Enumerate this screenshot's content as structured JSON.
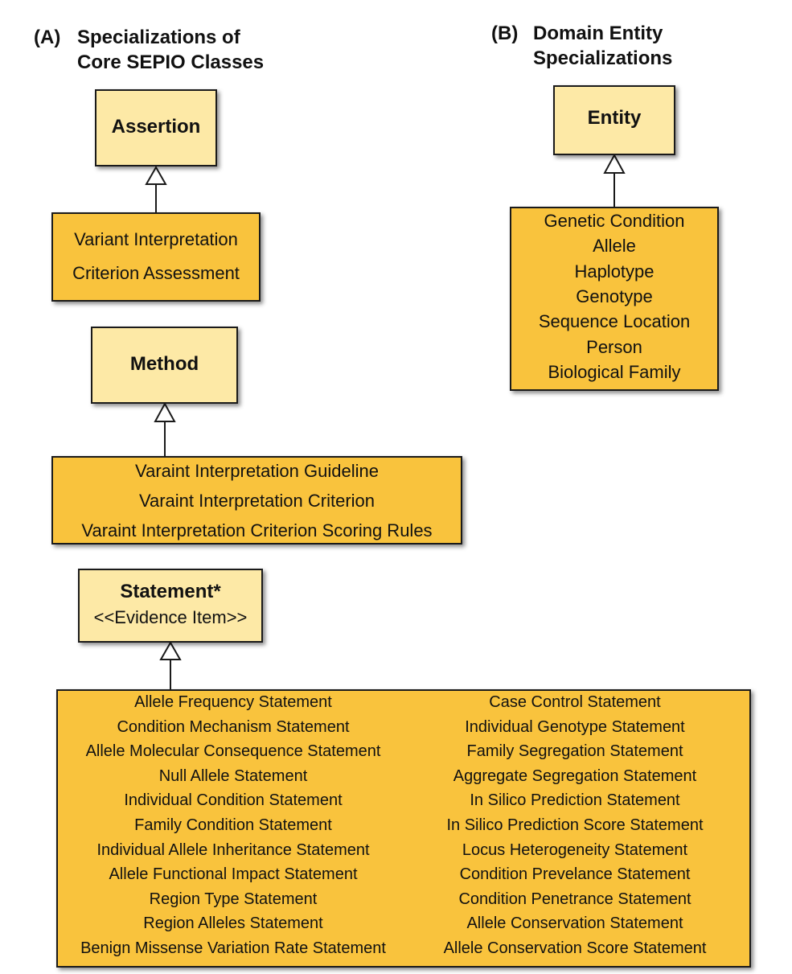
{
  "section_a": {
    "tag": "(A)",
    "line1": "Specializations of",
    "line2": "Core SEPIO Classes"
  },
  "section_b": {
    "tag": "(B)",
    "line1": "Domain Entity",
    "line2": "Specializations"
  },
  "assertion": {
    "title": "Assertion",
    "children": [
      "Variant Interpretation",
      "Criterion Assessment"
    ]
  },
  "method": {
    "title": "Method",
    "children": [
      "Varaint Interpretation Guideline",
      "Varaint Interpretation Criterion",
      "Varaint Interpretation Criterion Scoring Rules"
    ]
  },
  "statement": {
    "title": "Statement*",
    "stereotype": "<<Evidence Item>>",
    "children_left": [
      "Allele Frequency Statement",
      "Condition Mechanism Statement",
      "Allele Molecular Consequence Statement",
      "Null Allele Statement",
      "Individual Condition Statement",
      "Family Condition Statement",
      "Individual Allele Inheritance Statement",
      "Allele Functional Impact Statement",
      "Region Type Statement",
      "Region Alleles Statement",
      "Benign Missense Variation Rate Statement"
    ],
    "children_right": [
      "Case Control Statement",
      "Individual Genotype Statement",
      "Family Segregation Statement",
      "Aggregate Segregation Statement",
      "In Silico Prediction Statement",
      "In Silico Prediction Score Statement",
      "Locus Heterogeneity Statement",
      "Condition Prevelance Statement",
      "Condition Penetrance Statement",
      "Allele Conservation Statement",
      "Allele Conservation Score Statement"
    ]
  },
  "entity": {
    "title": "Entity",
    "children": [
      "Genetic Condition",
      "Allele",
      "Haplotype",
      "Genotype",
      "Sequence Location",
      "Person",
      "Biological Family"
    ]
  },
  "colors": {
    "parent_fill": "#fde9a6",
    "child_fill": "#f9c33d",
    "border": "#1a1a1a"
  }
}
